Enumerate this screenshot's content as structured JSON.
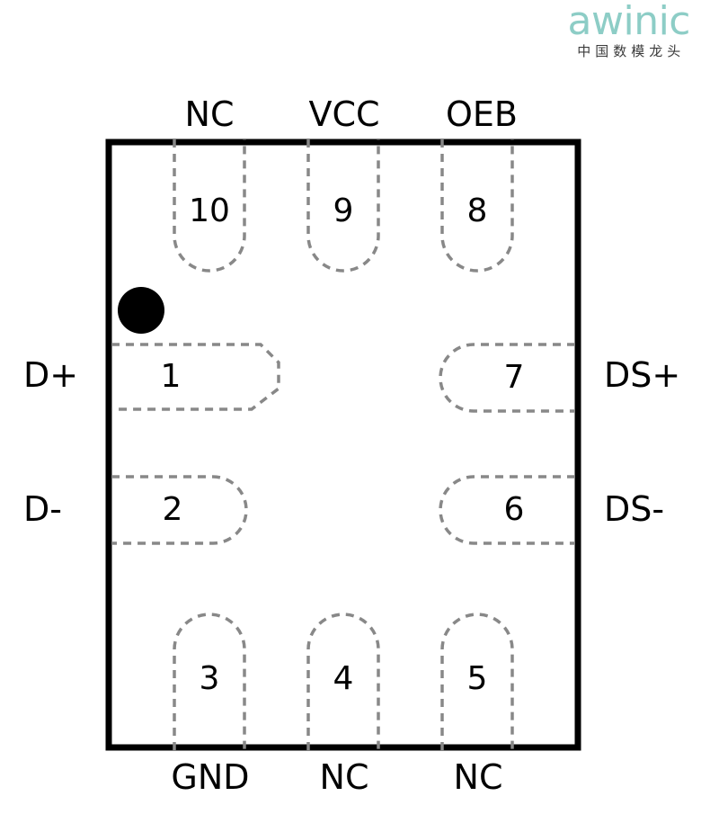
{
  "brand": {
    "wordmark": "awinic",
    "subtitle": "中国数模龙头",
    "color": "#8DCDC6"
  },
  "diagram": {
    "type": "package-pinout",
    "package_outline_color": "#000000",
    "pad_outline_color": "#888888",
    "pin1_marker": "pin1-dot",
    "pins": [
      {
        "number": "1",
        "name": "D+",
        "side": "left"
      },
      {
        "number": "2",
        "name": "D-",
        "side": "left"
      },
      {
        "number": "3",
        "name": "GND",
        "side": "bottom"
      },
      {
        "number": "4",
        "name": "NC",
        "side": "bottom"
      },
      {
        "number": "5",
        "name": "NC",
        "side": "bottom"
      },
      {
        "number": "6",
        "name": "DS-",
        "side": "right"
      },
      {
        "number": "7",
        "name": "DS+",
        "side": "right"
      },
      {
        "number": "8",
        "name": "OEB",
        "side": "top"
      },
      {
        "number": "9",
        "name": "VCC",
        "side": "top"
      },
      {
        "number": "10",
        "name": "NC",
        "side": "top"
      }
    ]
  }
}
